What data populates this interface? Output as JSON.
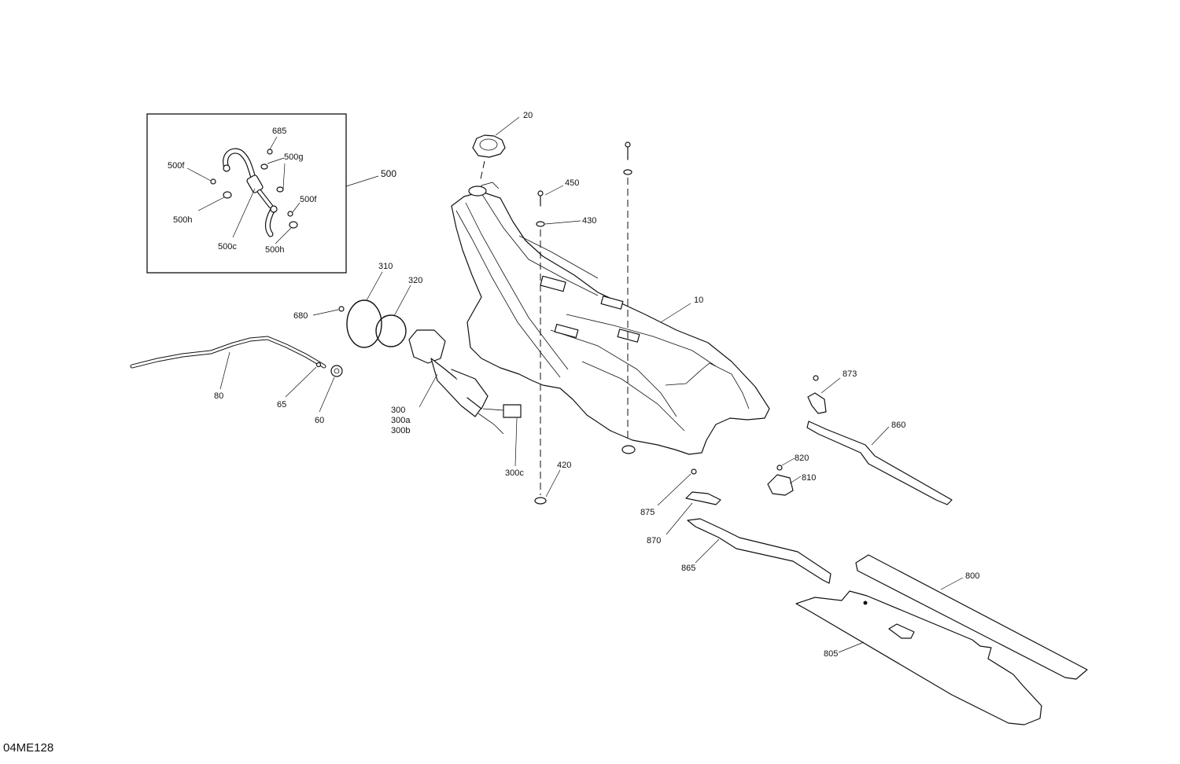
{
  "drawing_id": "04ME128",
  "callouts": {
    "c685": "685",
    "c500f_a": "500f",
    "c500g": "500g",
    "c500": "500",
    "c500f_b": "500f",
    "c500h_a": "500h",
    "c500c": "500c",
    "c500h_b": "500h",
    "c20": "20",
    "c450": "450",
    "c430": "430",
    "c310": "310",
    "c320": "320",
    "c680": "680",
    "c10": "10",
    "c80": "80",
    "c65": "65",
    "c60": "60",
    "c300": "300",
    "c300a": "300a",
    "c300b": "300b",
    "c300c": "300c",
    "c420": "420",
    "c873": "873",
    "c860": "860",
    "c820": "820",
    "c810": "810",
    "c875": "875",
    "c870": "870",
    "c865": "865",
    "c800": "800",
    "c805": "805"
  }
}
